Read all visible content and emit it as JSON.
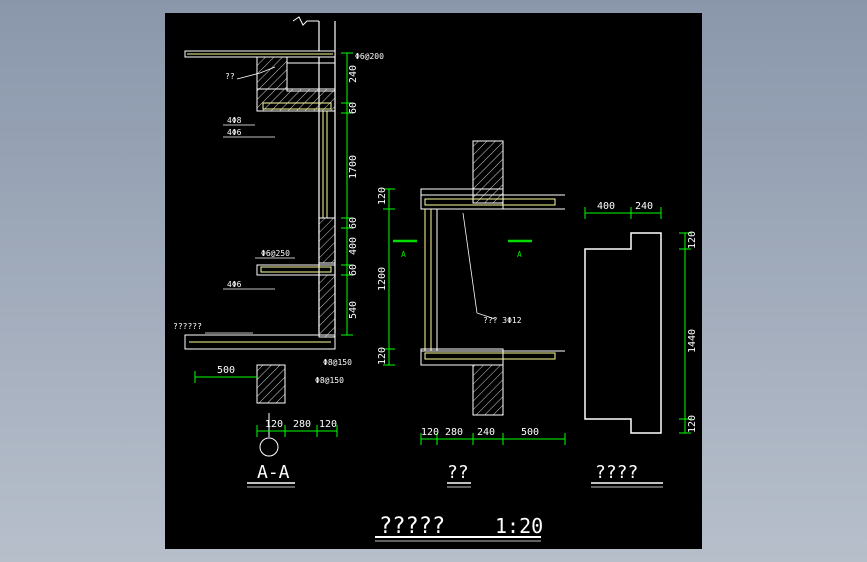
{
  "colors": {
    "background_outer": "#9aa6b8",
    "canvas": "#000000",
    "wall": "#ffffff",
    "rebar": "#ffff99",
    "dim_line": "#00ff00",
    "accent_marker": "#00dd00"
  },
  "section_aa": {
    "title": "A-A",
    "notes": {
      "top_callout": "??",
      "bar_top": "Φ6@200",
      "bar_4a": "4Φ8",
      "bar_4b": "4Φ6",
      "bar_mid": "Φ6@250",
      "bar_mid2": "4Φ6",
      "slab_note": "??????",
      "bar_bot1": "Φ8@150",
      "bar_bot2": "Φ8@150"
    },
    "dims_vertical": [
      "240",
      "60",
      "1700",
      "60",
      "400",
      "60",
      "540"
    ],
    "dims_horizontal": [
      "120",
      "280",
      "120"
    ],
    "dim_left": "500"
  },
  "elevation": {
    "title": "??",
    "marker_left": "A",
    "marker_right": "A",
    "callout": "??? 3Φ12",
    "dims_vertical": [
      "120",
      "1200",
      "120"
    ],
    "dims_horizontal": [
      "120",
      "280",
      "240",
      "500"
    ]
  },
  "detail": {
    "title": "????",
    "dims_top": [
      "400",
      "240"
    ],
    "dims_vertical": [
      "120",
      "1440",
      "120"
    ]
  },
  "drawing_title": {
    "name": "?????",
    "scale": "1:20"
  }
}
